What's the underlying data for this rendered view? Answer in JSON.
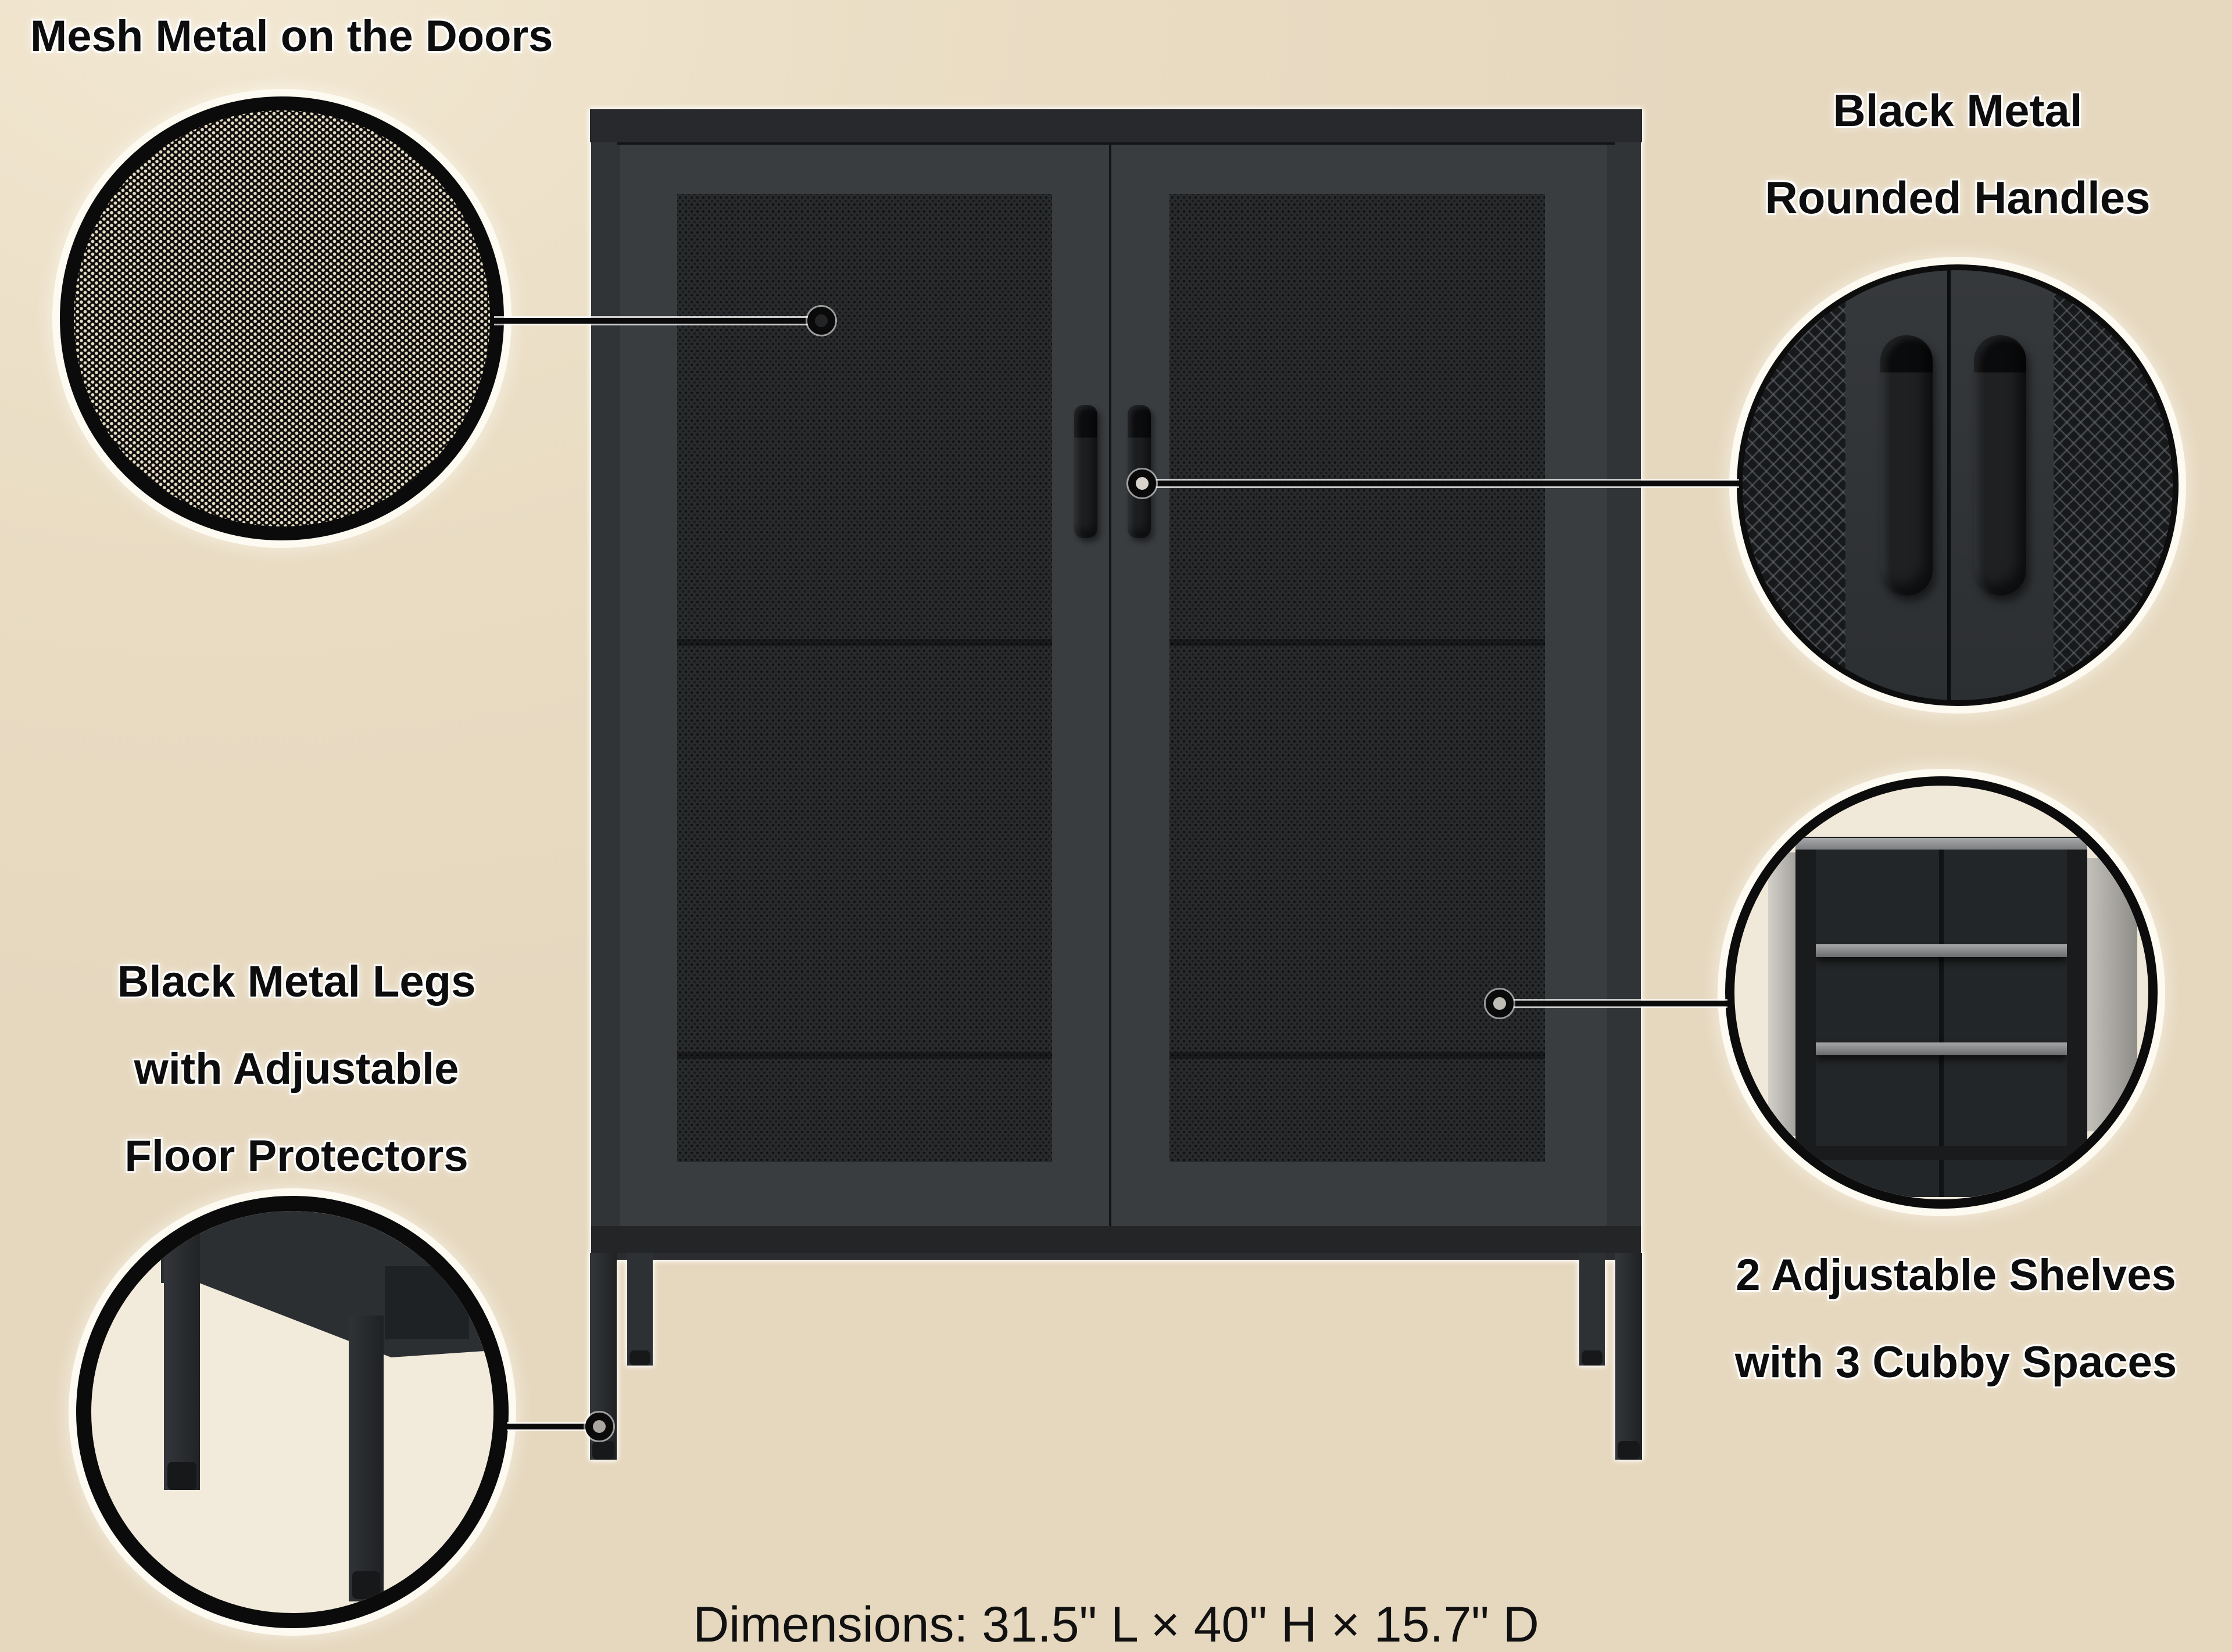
{
  "callouts": {
    "mesh": {
      "label": "Mesh Metal on the Doors"
    },
    "handles": {
      "lines": [
        "Black Metal",
        "Rounded Handles"
      ]
    },
    "legs": {
      "lines": [
        "Black Metal Legs",
        "with Adjustable",
        "Floor Protectors"
      ]
    },
    "shelves": {
      "lines": [
        "2 Adjustable Shelves",
        "with 3 Cubby Spaces"
      ]
    }
  },
  "footer": {
    "dimensions": "Dimensions: 31.5\" L × 40\" H × 15.7\" D"
  },
  "colors": {
    "background": "#e9dcc3",
    "cabinet_frame": "#3a3d40",
    "cabinet_dark": "#232527",
    "mesh_panel": "#282a2c",
    "line": "#0a0a0a",
    "label_text": "#0d0d0d"
  }
}
